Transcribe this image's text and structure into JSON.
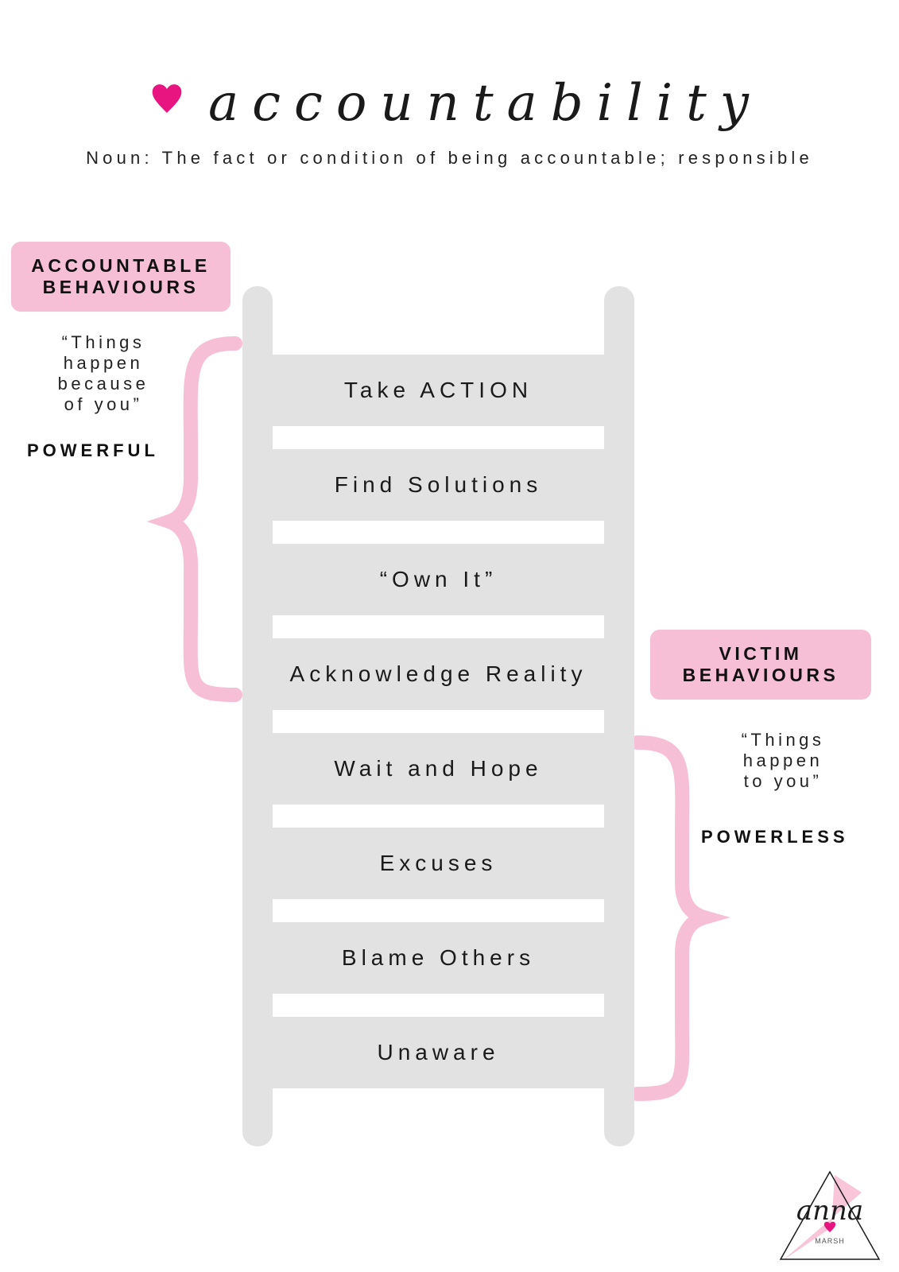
{
  "header": {
    "title": "accountability",
    "definition": "Noun: The fact or condition of being accountable; responsible"
  },
  "accountable": {
    "label_line1": "ACCOUNTABLE",
    "label_line2": "BEHAVIOURS",
    "quote_lines": [
      "“Things",
      "happen",
      "because",
      "of you”"
    ],
    "power": "POWERFUL"
  },
  "victim": {
    "label_line1": "VICTIM",
    "label_line2": "BEHAVIOURS",
    "quote_lines": [
      "“Things",
      "happen",
      "to you”"
    ],
    "power": "POWERLESS"
  },
  "ladder": {
    "rungs": [
      "Take ACTION",
      "Find Solutions",
      "“Own It”",
      "Acknowledge Reality",
      "Wait and Hope",
      "Excuses",
      "Blame Others",
      "Unaware"
    ]
  },
  "logo": {
    "name": "anna",
    "surname": "MARSH"
  },
  "colors": {
    "heart": "#e8147f",
    "pink": "#f7bfd5",
    "ladder": "#e2e2e2"
  }
}
